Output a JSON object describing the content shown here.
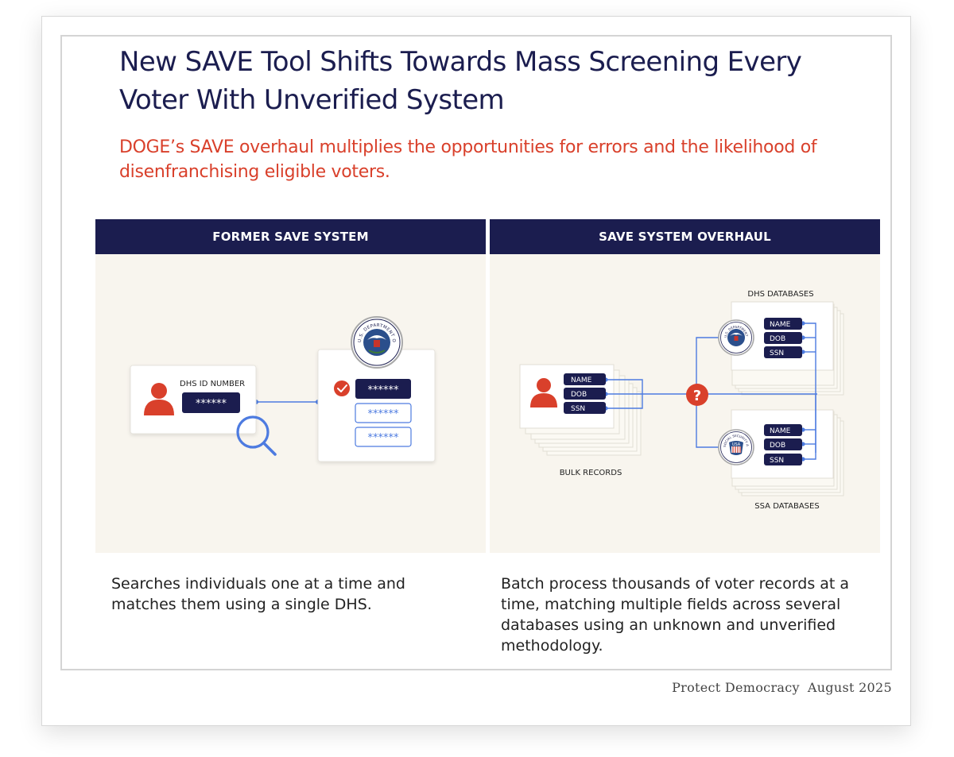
{
  "title": "New SAVE Tool Shifts Towards Mass Screening Every Voter With Unverified System",
  "subtitle": "DOGE’s SAVE overhaul multiplies the opportunities for errors and the likelihood of disenfranchising eligible voters.",
  "left_panel": {
    "header": "FORMER SAVE SYSTEM",
    "id_label": "DHS ID NUMBER",
    "id_value": "******",
    "matched_value": "******",
    "other_values": [
      "******",
      "******"
    ],
    "caption": "Searches individuals one at a time and matches them using a single DHS."
  },
  "right_panel": {
    "header": "SAVE SYSTEM OVERHAUL",
    "bulk_label": "BULK RECORDS",
    "dhs_label": "DHS DATABASES",
    "ssa_label": "SSA DATABASES",
    "fields": [
      "NAME",
      "DOB",
      "SSN"
    ],
    "unknown_mark": "?",
    "caption": "Batch process thousands of voter records at a time, matching multiple fields across several databases using an unknown and unverified methodology."
  },
  "seals": {
    "dhs_text": "U.S. DEPARTMENT OF HOMELAND SECURITY",
    "ssa_text": "SOCIAL SECURITY ADMINISTRATION",
    "ssa_center": "USA"
  },
  "footer": {
    "org": "Protect Democracy",
    "date": "August 2025"
  },
  "colors": {
    "navy": "#1b1d4f",
    "red": "#d9402b",
    "blue": "#4d7be0",
    "panel_bg": "#f8f5ee"
  }
}
